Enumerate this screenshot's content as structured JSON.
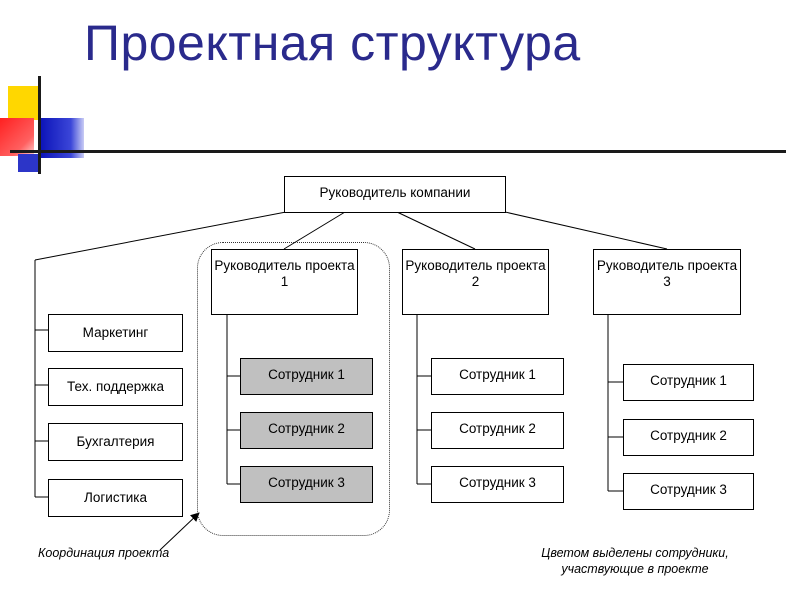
{
  "title": "Проектная структура",
  "top": {
    "label": "Руководитель компании"
  },
  "departments": [
    "Маркетинг",
    "Тех. поддержка",
    "Бухгалтерия",
    "Логистика"
  ],
  "projects": [
    {
      "label": "Руководитель проекта 1",
      "employees": [
        "Сотрудник 1",
        "Сотрудник 2",
        "Сотрудник 3"
      ]
    },
    {
      "label": "Руководитель проекта 2",
      "employees": [
        "Сотрудник 1",
        "Сотрудник 2",
        "Сотрудник 3"
      ]
    },
    {
      "label": "Руководитель проекта 3",
      "employees": [
        "Сотрудник 1",
        "Сотрудник 2",
        "Сотрудник 3"
      ]
    }
  ],
  "captions": {
    "coordination": "Координация проекта",
    "highlight": "Цветом выделены сотрудники, участвующие в проекте"
  },
  "colors": {
    "title": "#2a2a8c",
    "highlight_fill": "#c0c0c0"
  }
}
